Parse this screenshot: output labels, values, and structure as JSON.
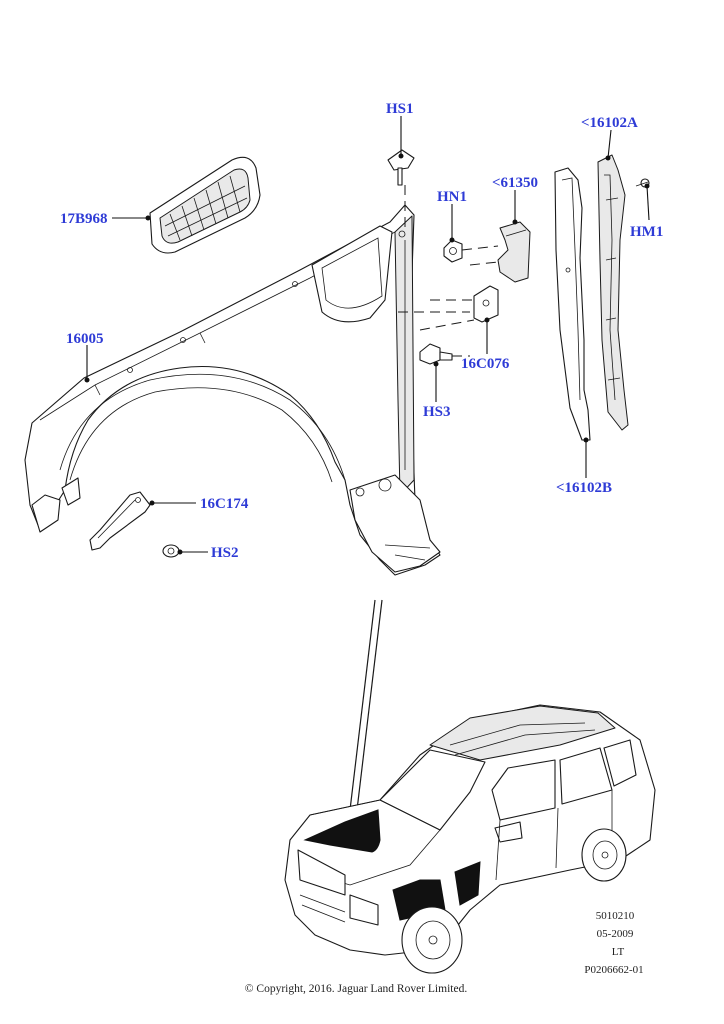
{
  "callouts": {
    "hs1": "HS1",
    "b16102a": "<16102A",
    "hn1": "HN1",
    "b61350": "<61350",
    "hm1": "HM1",
    "p17b968": "17B968",
    "p16005": "16005",
    "p16c076": "16C076",
    "hs3": "HS3",
    "b16102b": "<16102B",
    "p16c174": "16C174",
    "hs2": "HS2"
  },
  "reference": {
    "code": "5010210",
    "date": "05-2009",
    "side": "LT",
    "illustration": "P0206662-01"
  },
  "copyright": "© Copyright, 2016. Jaguar Land Rover Limited.",
  "colors": {
    "label": "#2e3bd6",
    "linework": "#1a1a1a",
    "highlight": "#111111"
  }
}
